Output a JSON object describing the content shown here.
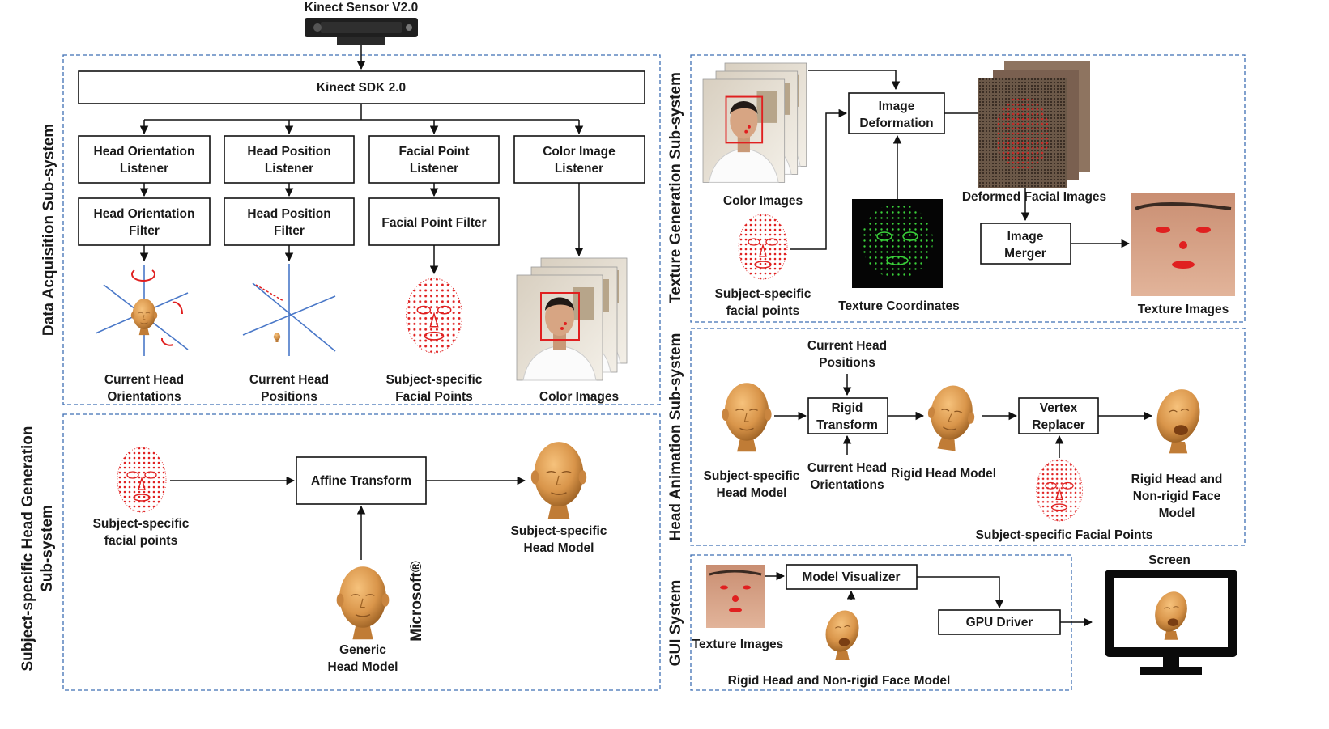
{
  "sensor": {
    "label": "Kinect Sensor V2.0"
  },
  "sdk": {
    "label": "Kinect SDK 2.0"
  },
  "sections": {
    "data_acquisition": "Data Acquisition Sub-system",
    "head_generation_line1": "Subject-specific Head Generation",
    "head_generation_line2": "Sub-system",
    "texture_generation": "Texture Generation Sub-system",
    "head_animation": "Head Animation Sub-system",
    "gui": "GUI System"
  },
  "acquisition": {
    "listeners": [
      {
        "line1": "Head Orientation",
        "line2": "Listener"
      },
      {
        "line1": "Head Position",
        "line2": "Listener"
      },
      {
        "line1": "Facial Point",
        "line2": "Listener"
      },
      {
        "line1": "Color Image",
        "line2": "Listener"
      }
    ],
    "filters": [
      {
        "line1": "Head Orientation",
        "line2": "Filter"
      },
      {
        "line1": "Head Position",
        "line2": "Filter"
      },
      {
        "line1": "Facial Point Filter",
        "line2": ""
      }
    ],
    "outputs": [
      {
        "line1": "Current Head",
        "line2": "Orientations"
      },
      {
        "line1": "Current Head",
        "line2": "Positions"
      },
      {
        "line1": "Subject-specific",
        "line2": "Facial Points"
      },
      {
        "line1": "Color Images",
        "line2": ""
      }
    ]
  },
  "head_generation": {
    "input": {
      "line1": "Subject-specific",
      "line2": "facial points"
    },
    "process": "Affine Transform",
    "generic": {
      "line1": "Generic",
      "line2": "Head Model"
    },
    "brand": "Microsoft®",
    "output": {
      "line1": "Subject-specific",
      "line2": "Head Model"
    }
  },
  "texture": {
    "color_images": "Color Images",
    "facial_points": {
      "line1": "Subject-specific",
      "line2": "facial points"
    },
    "deformation": {
      "line1": "Image",
      "line2": "Deformation"
    },
    "texture_coords": "Texture Coordinates",
    "deformed": "Deformed Facial Images",
    "merger": {
      "line1": "Image",
      "line2": "Merger"
    },
    "texture_images": "Texture Images"
  },
  "animation": {
    "positions": {
      "line1": "Current Head",
      "line2": "Positions"
    },
    "rigid_transform": {
      "line1": "Rigid",
      "line2": "Transform"
    },
    "orientations": {
      "line1": "Current Head",
      "line2": "Orientations"
    },
    "subject_head": {
      "line1": "Subject-specific",
      "line2": "Head Model"
    },
    "rigid_head": "Rigid Head Model",
    "vertex_replacer": {
      "line1": "Vertex",
      "line2": "Replacer"
    },
    "facial_points": "Subject-specific Facial Points",
    "result": {
      "line1": "Rigid Head and",
      "line2": "Non-rigid Face",
      "line3": "Model"
    }
  },
  "gui": {
    "texture_images": "Texture Images",
    "visualizer": "Model Visualizer",
    "gpu": "GPU Driver",
    "model": "Rigid Head and Non-rigid Face Model",
    "screen": "Screen"
  },
  "colors": {
    "panel_border": "#3f6fb4",
    "head_skin": "#d9954a",
    "facial_points": "#e02020",
    "texture_grid": "#3ad13a",
    "axis": "#4a78c8"
  }
}
